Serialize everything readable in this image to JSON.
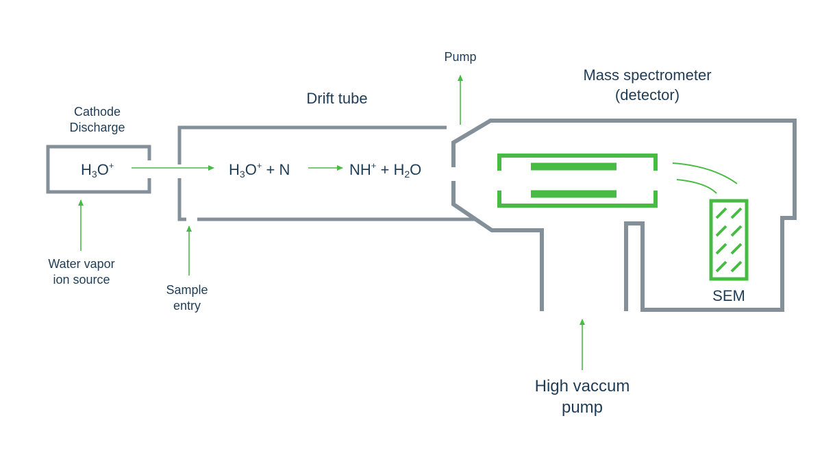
{
  "colors": {
    "wall": "#838f99",
    "accent": "#48bb45",
    "text": "#1f3c57"
  },
  "labels": {
    "cathode_discharge": [
      "Cathode",
      "Discharge"
    ],
    "water_vapor": [
      "Water vapor",
      "ion source"
    ],
    "sample_entry": [
      "Sample",
      "entry"
    ],
    "drift_tube": "Drift tube",
    "pump": "Pump",
    "mass_spec": [
      "Mass spectrometer",
      "(detector)"
    ],
    "high_vacuum_pump": [
      "High vaccum",
      "pump"
    ],
    "sem": "SEM"
  },
  "chemistry": {
    "source_ion": {
      "base": "H",
      "sub": "3",
      "base2": "O",
      "sup": "+"
    },
    "reactants": {
      "base": "H",
      "sub": "3",
      "base2": "O",
      "sup": "+",
      "tail": " + N"
    },
    "products": {
      "base": "NH",
      "sup": "+",
      "mid": " + H",
      "sub": "2",
      "tail": "O"
    }
  }
}
